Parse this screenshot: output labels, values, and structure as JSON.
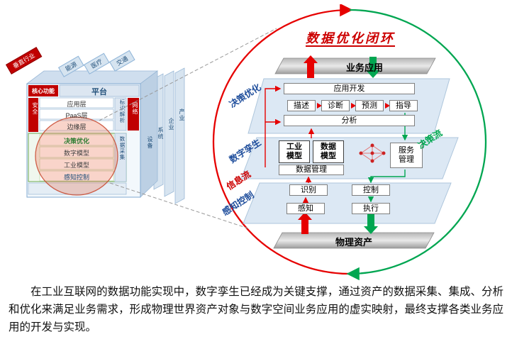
{
  "caption": {
    "text": "在工业互联网的数据功能实现中，数字孪生已经成为关键支撑，通过资产的数据采集、集成、分析和优化来满足业务需求，形成物理世界资产对象与数字空间业务应用的虚实映射，最终支撑各类业务应用的开发与实现。"
  },
  "cube": {
    "corner_tab": "垂直行业",
    "industry_tabs": [
      "能源",
      "医疗",
      "交通"
    ],
    "core_function": "核心功能",
    "platform": "平台",
    "security": "安全",
    "network": "网络",
    "layers": [
      "应用层",
      "PaaS层",
      "边缘层"
    ],
    "id_resolution": "标识解析",
    "data_collection": "数据采集",
    "hierarchy_tabs": [
      "设备",
      "系统",
      "企业",
      "产业"
    ],
    "inner_rows": [
      "决策优化",
      "数字模型",
      "工业模型",
      "感知控制"
    ]
  },
  "loop": {
    "title": "数据优化闭环",
    "business_app": "业务应用",
    "physical_asset": "物理资产",
    "decision_layer_label": "决策优化",
    "app_dev": "应用开发",
    "steps": [
      "描述",
      "诊断",
      "预测",
      "指导"
    ],
    "analysis": "分析",
    "twin_layer_label": "数字孪生",
    "industrial_model": "工业模型",
    "data_model": "数据模型",
    "service_mgmt": "服务管理",
    "data_mgmt": "数据管理",
    "perception_layer_label": "感知控制",
    "identify": "识别",
    "control": "控制",
    "sense": "感知",
    "execute": "执行",
    "decision_flow": "决策流",
    "info_flow": "信息流"
  },
  "colors": {
    "red": "#e60000",
    "green": "#00a651",
    "blue_label": "#1f4e9c",
    "layer_fill": "#dce8f4"
  }
}
